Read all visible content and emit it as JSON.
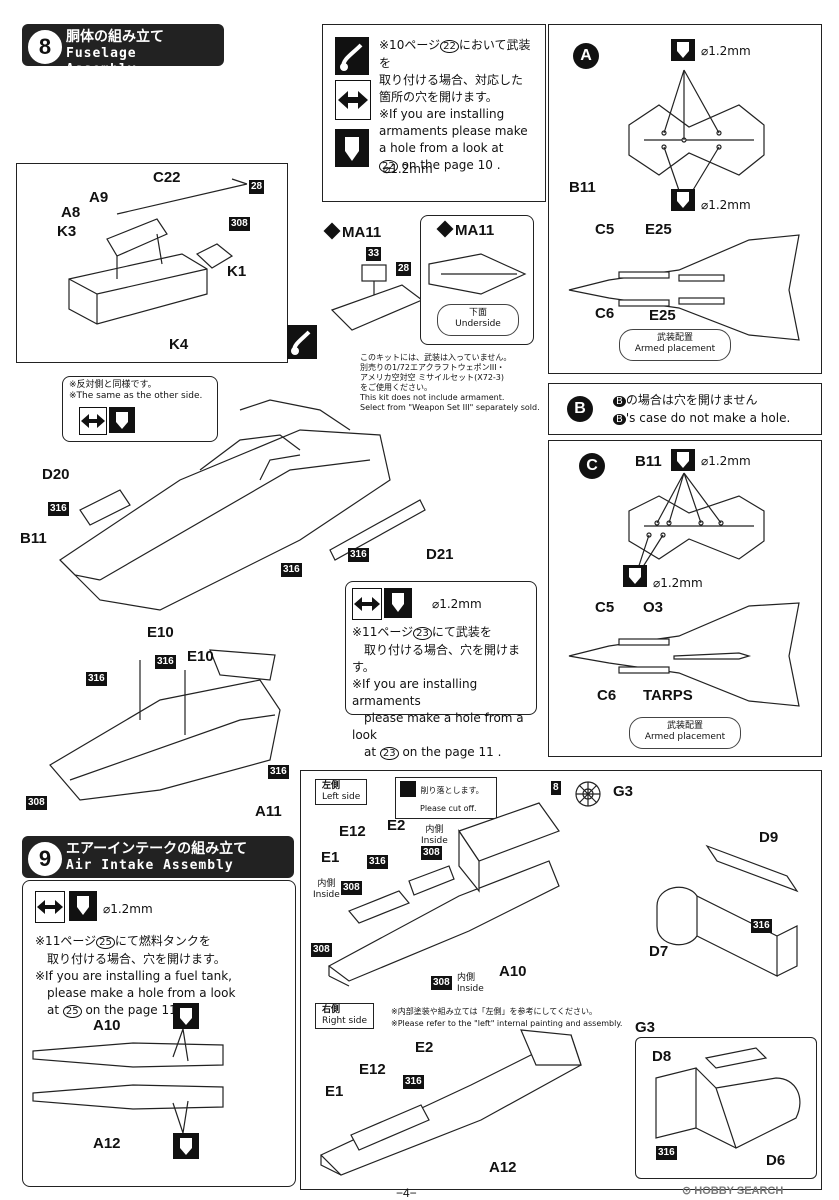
{
  "step8": {
    "number": "8",
    "title_jp": "胴体の組み立て",
    "title_en": "Fuselage Assembly",
    "part_labels": {
      "c22": "C22",
      "a9": "A9",
      "a8": "A8",
      "k3": "K3",
      "k1": "K1",
      "k4": "K4",
      "d20": "D20",
      "b11": "B11",
      "d21": "D21",
      "e10a": "E10",
      "e10b": "E10",
      "a11": "A11"
    },
    "paint_codes": {
      "p28a": "28",
      "p308a": "308",
      "p316a": "316",
      "p316b": "316",
      "p316c": "316",
      "p316d": "316",
      "p316e": "316",
      "p316f": "316",
      "p308b": "308"
    },
    "same_side_note_jp": "※反対側と同様です。",
    "same_side_note_en": "※The same as the other side.",
    "top_note": {
      "jp_line1": "※10ページ",
      "ref": "22",
      "jp_line1b": "において武装を",
      "jp_line2": "取り付ける場合、対応した",
      "jp_line3": "箇所の穴を開けます。",
      "en_line1": "※If you are installing",
      "en_line2": "armaments please make",
      "en_line3": "a hole from a look at",
      "en_ref": "22",
      "en_line4": "on the page 10 .",
      "drill": "⌀1.2mm"
    },
    "ma11": {
      "label_left": "MA11",
      "label_right": "MA11",
      "code33": "33",
      "code28": "28",
      "underside_jp": "下面",
      "underside_en": "Underside"
    },
    "armament_note": {
      "jp1": "このキットには、武装は入っていません。",
      "jp2": "別売りの1/72エアクラフトウェポンIII・",
      "jp3": "アメリカ空対空 ミサイルセット(X72-3)",
      "jp4": "をご使用ください。",
      "en1": "This kit does not include armament.",
      "en2": "Select from \"Weapon Set III\" separately sold."
    },
    "mid_note": {
      "drill": "⌀1.2mm",
      "jp1": "※11ページ",
      "ref": "23",
      "jp1b": "にて武装を",
      "jp2": "取り付ける場合、穴を開けます。",
      "en1": "※If you are installing armaments",
      "en2": "please make a hole from a look",
      "en3": "at",
      "en_ref": "23",
      "en4": "on the page 11 ."
    }
  },
  "panel_a": {
    "letter": "A",
    "drill_top": "⌀1.2mm",
    "drill_bottom": "⌀1.2mm",
    "b11": "B11",
    "c5": "C5",
    "e25a": "E25",
    "c6": "C6",
    "e25b": "E25",
    "placement_jp": "武装配置",
    "placement_en": "Armed placement"
  },
  "panel_b": {
    "letter": "B",
    "jp": "の場合は穴を開けません",
    "en": "'s case do not make a hole.",
    "inline_letter": "B"
  },
  "panel_c": {
    "letter": "C",
    "b11": "B11",
    "drill_top": "⌀1.2mm",
    "drill_bottom": "⌀1.2mm",
    "c5": "C5",
    "o3": "O3",
    "c6": "C6",
    "tarps": "TARPS",
    "placement_jp": "武装配置",
    "placement_en": "Armed placement"
  },
  "step9": {
    "number": "9",
    "title_jp": "エアーインテークの組み立て",
    "title_en": "Air Intake Assembly",
    "note": {
      "drill": "⌀1.2mm",
      "jp1": "※11ページ",
      "ref": "25",
      "jp1b": "にて燃料タンクを",
      "jp2": "取り付ける場合、穴を開けます。",
      "en1": "※If you are installing a fuel tank,",
      "en2": "please make a hole from a look",
      "en3": "at",
      "en_ref": "25",
      "en4": "on the page 11 ."
    },
    "a10": "A10",
    "a12": "A12"
  },
  "left_side": {
    "title_jp": "左側",
    "title_en": "Left side",
    "cut_jp": "削り落とします。",
    "cut_en": "Please cut off.",
    "e12": "E12",
    "e2": "E2",
    "e1": "E1",
    "a10": "A10",
    "g3": "G3",
    "d9": "D9",
    "d7": "D7",
    "code8": "8",
    "c316a": "316",
    "c308a": "308",
    "c308b": "308",
    "c308c": "308",
    "c308d": "308",
    "c316b": "316",
    "inside_jp1": "内側",
    "inside_en1": "Inside",
    "inside_jp2": "内側",
    "inside_en2": "Inside",
    "inside_jp3": "内側",
    "inside_en3": "Inside"
  },
  "right_side": {
    "title_jp": "右側",
    "title_en": "Right side",
    "note_jp": "※内部塗装や組み立ては「左側」を参考にしてください。",
    "note_en": "※Please refer to the \"left\" internal painting  and assembly.",
    "g3": "G3",
    "e2": "E2",
    "e12": "E12",
    "e1": "E1",
    "a12": "A12",
    "d8": "D8",
    "d6": "D6",
    "c316a": "316",
    "c316b": "316"
  },
  "footer": {
    "page": "−4−",
    "watermark": "HOBBY SEARCH"
  }
}
